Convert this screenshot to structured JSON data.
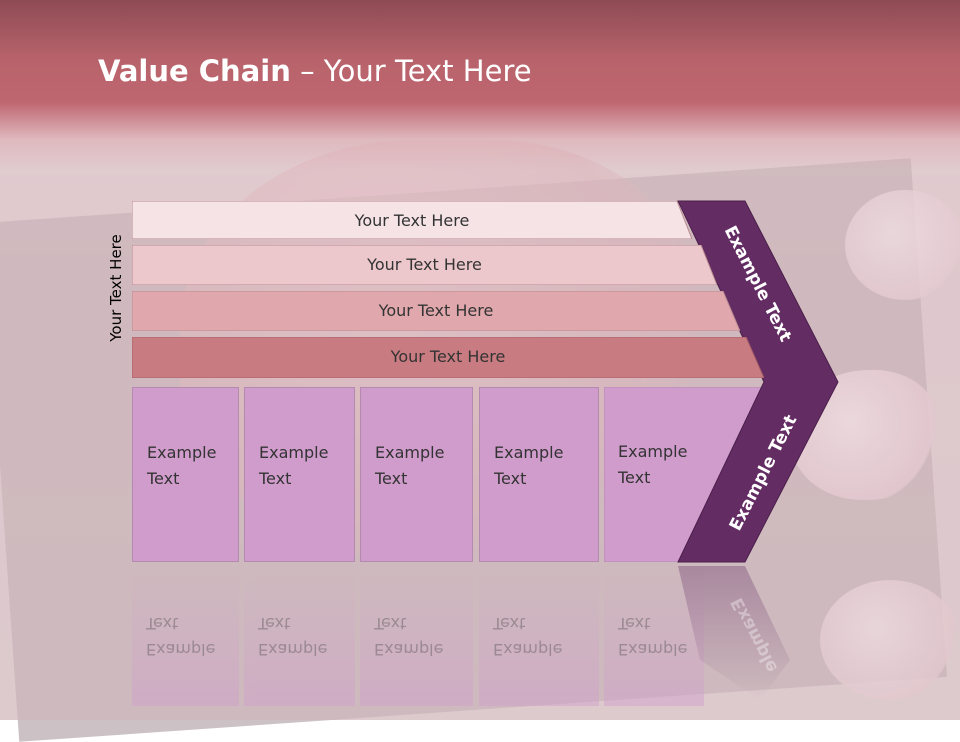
{
  "title": {
    "bold": "Value Chain",
    "rest": " – Your Text Here"
  },
  "side_label": "Your Text Here",
  "bars": [
    {
      "label": "Your Text Here",
      "color": "#f5e3e6"
    },
    {
      "label": "Your Text Here",
      "color": "#ecc8cc"
    },
    {
      "label": "Your Text Here",
      "color": "#e0a8ad"
    },
    {
      "label": "Your Text Here",
      "color": "#c87b80"
    }
  ],
  "boxes": [
    {
      "line1": "Example",
      "line2": "Text"
    },
    {
      "line1": "Example",
      "line2": "Text"
    },
    {
      "line1": "Example",
      "line2": "Text"
    },
    {
      "line1": "Example",
      "line2": "Text"
    },
    {
      "line1": "Example",
      "line2": "Text"
    }
  ],
  "chevron": {
    "top_text": "Example Text",
    "bottom_text": "Example Text",
    "reflect_text": "Example",
    "color": "#632d63"
  }
}
